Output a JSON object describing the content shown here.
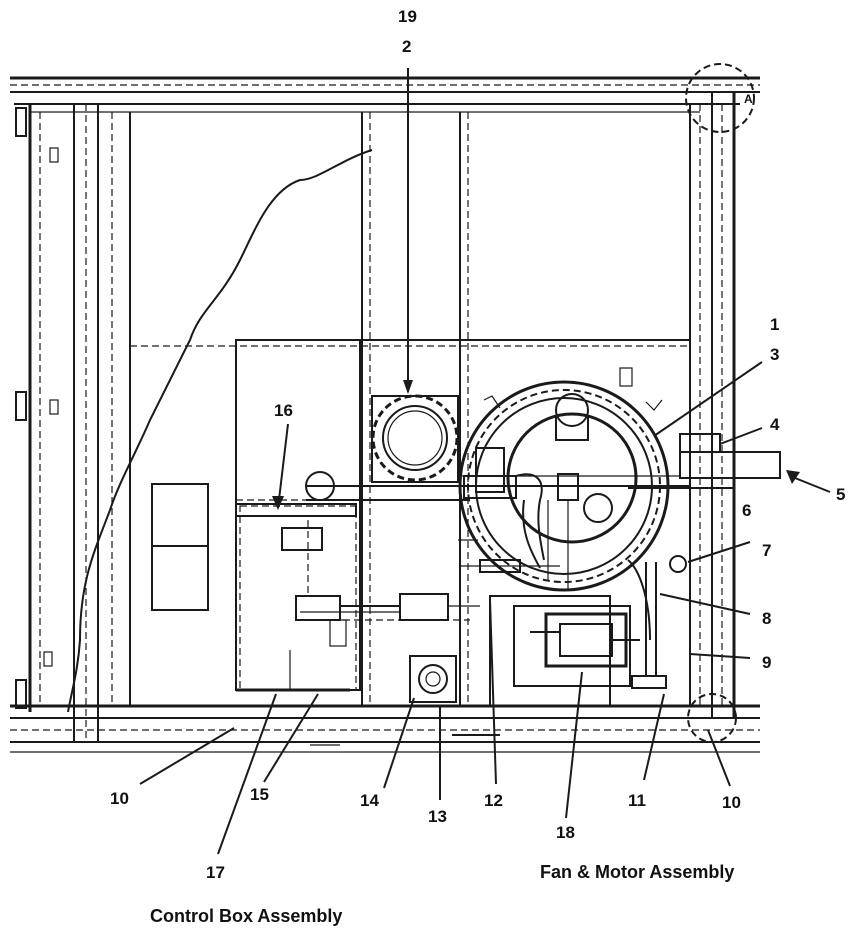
{
  "callouts": {
    "c1": "1",
    "c2": "2",
    "c3": "3",
    "c4": "4",
    "c5": "5",
    "c6": "6",
    "c7": "7",
    "c8": "8",
    "c9": "9",
    "c10a": "10",
    "c10b": "10",
    "c11": "11",
    "c12": "12",
    "c13": "13",
    "c14": "14",
    "c15": "15",
    "c16": "16",
    "c17": "17",
    "c18": "18",
    "c19": "19"
  },
  "detail_marker": "A",
  "captions": {
    "fan_motor": "Fan & Motor Assembly",
    "control_box": "Control Box Assembly"
  },
  "colors": {
    "ink": "#1a1a1a",
    "paper": "#ffffff"
  }
}
